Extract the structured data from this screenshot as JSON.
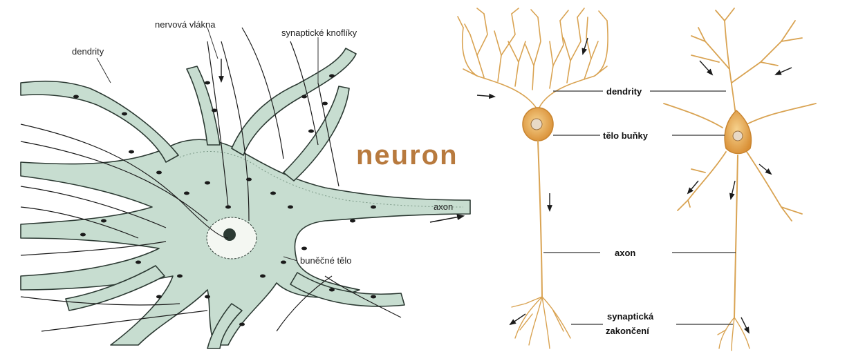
{
  "title": "neuron",
  "left_figure": {
    "labels": {
      "dendrites": "dendrity",
      "nerve_fibers": "nervová vlákna",
      "synaptic_knobs": "synaptické knoflíky",
      "axon": "axon",
      "cell_body": "buněčné tělo"
    }
  },
  "right_figure": {
    "labels": {
      "dendrites": "dendrity",
      "cell_body": "tělo buňky",
      "axon": "axon",
      "synaptic_endings_line1": "synaptická",
      "synaptic_endings_line2": "zakončení"
    }
  },
  "colors": {
    "title": "#b87a3e",
    "left_cell_fill": "#c7ddd0",
    "left_cell_outline": "#2c3a33",
    "right_neuron": "#d9a352",
    "right_soma": "#eebc6a",
    "leader_lines": "#333333"
  }
}
